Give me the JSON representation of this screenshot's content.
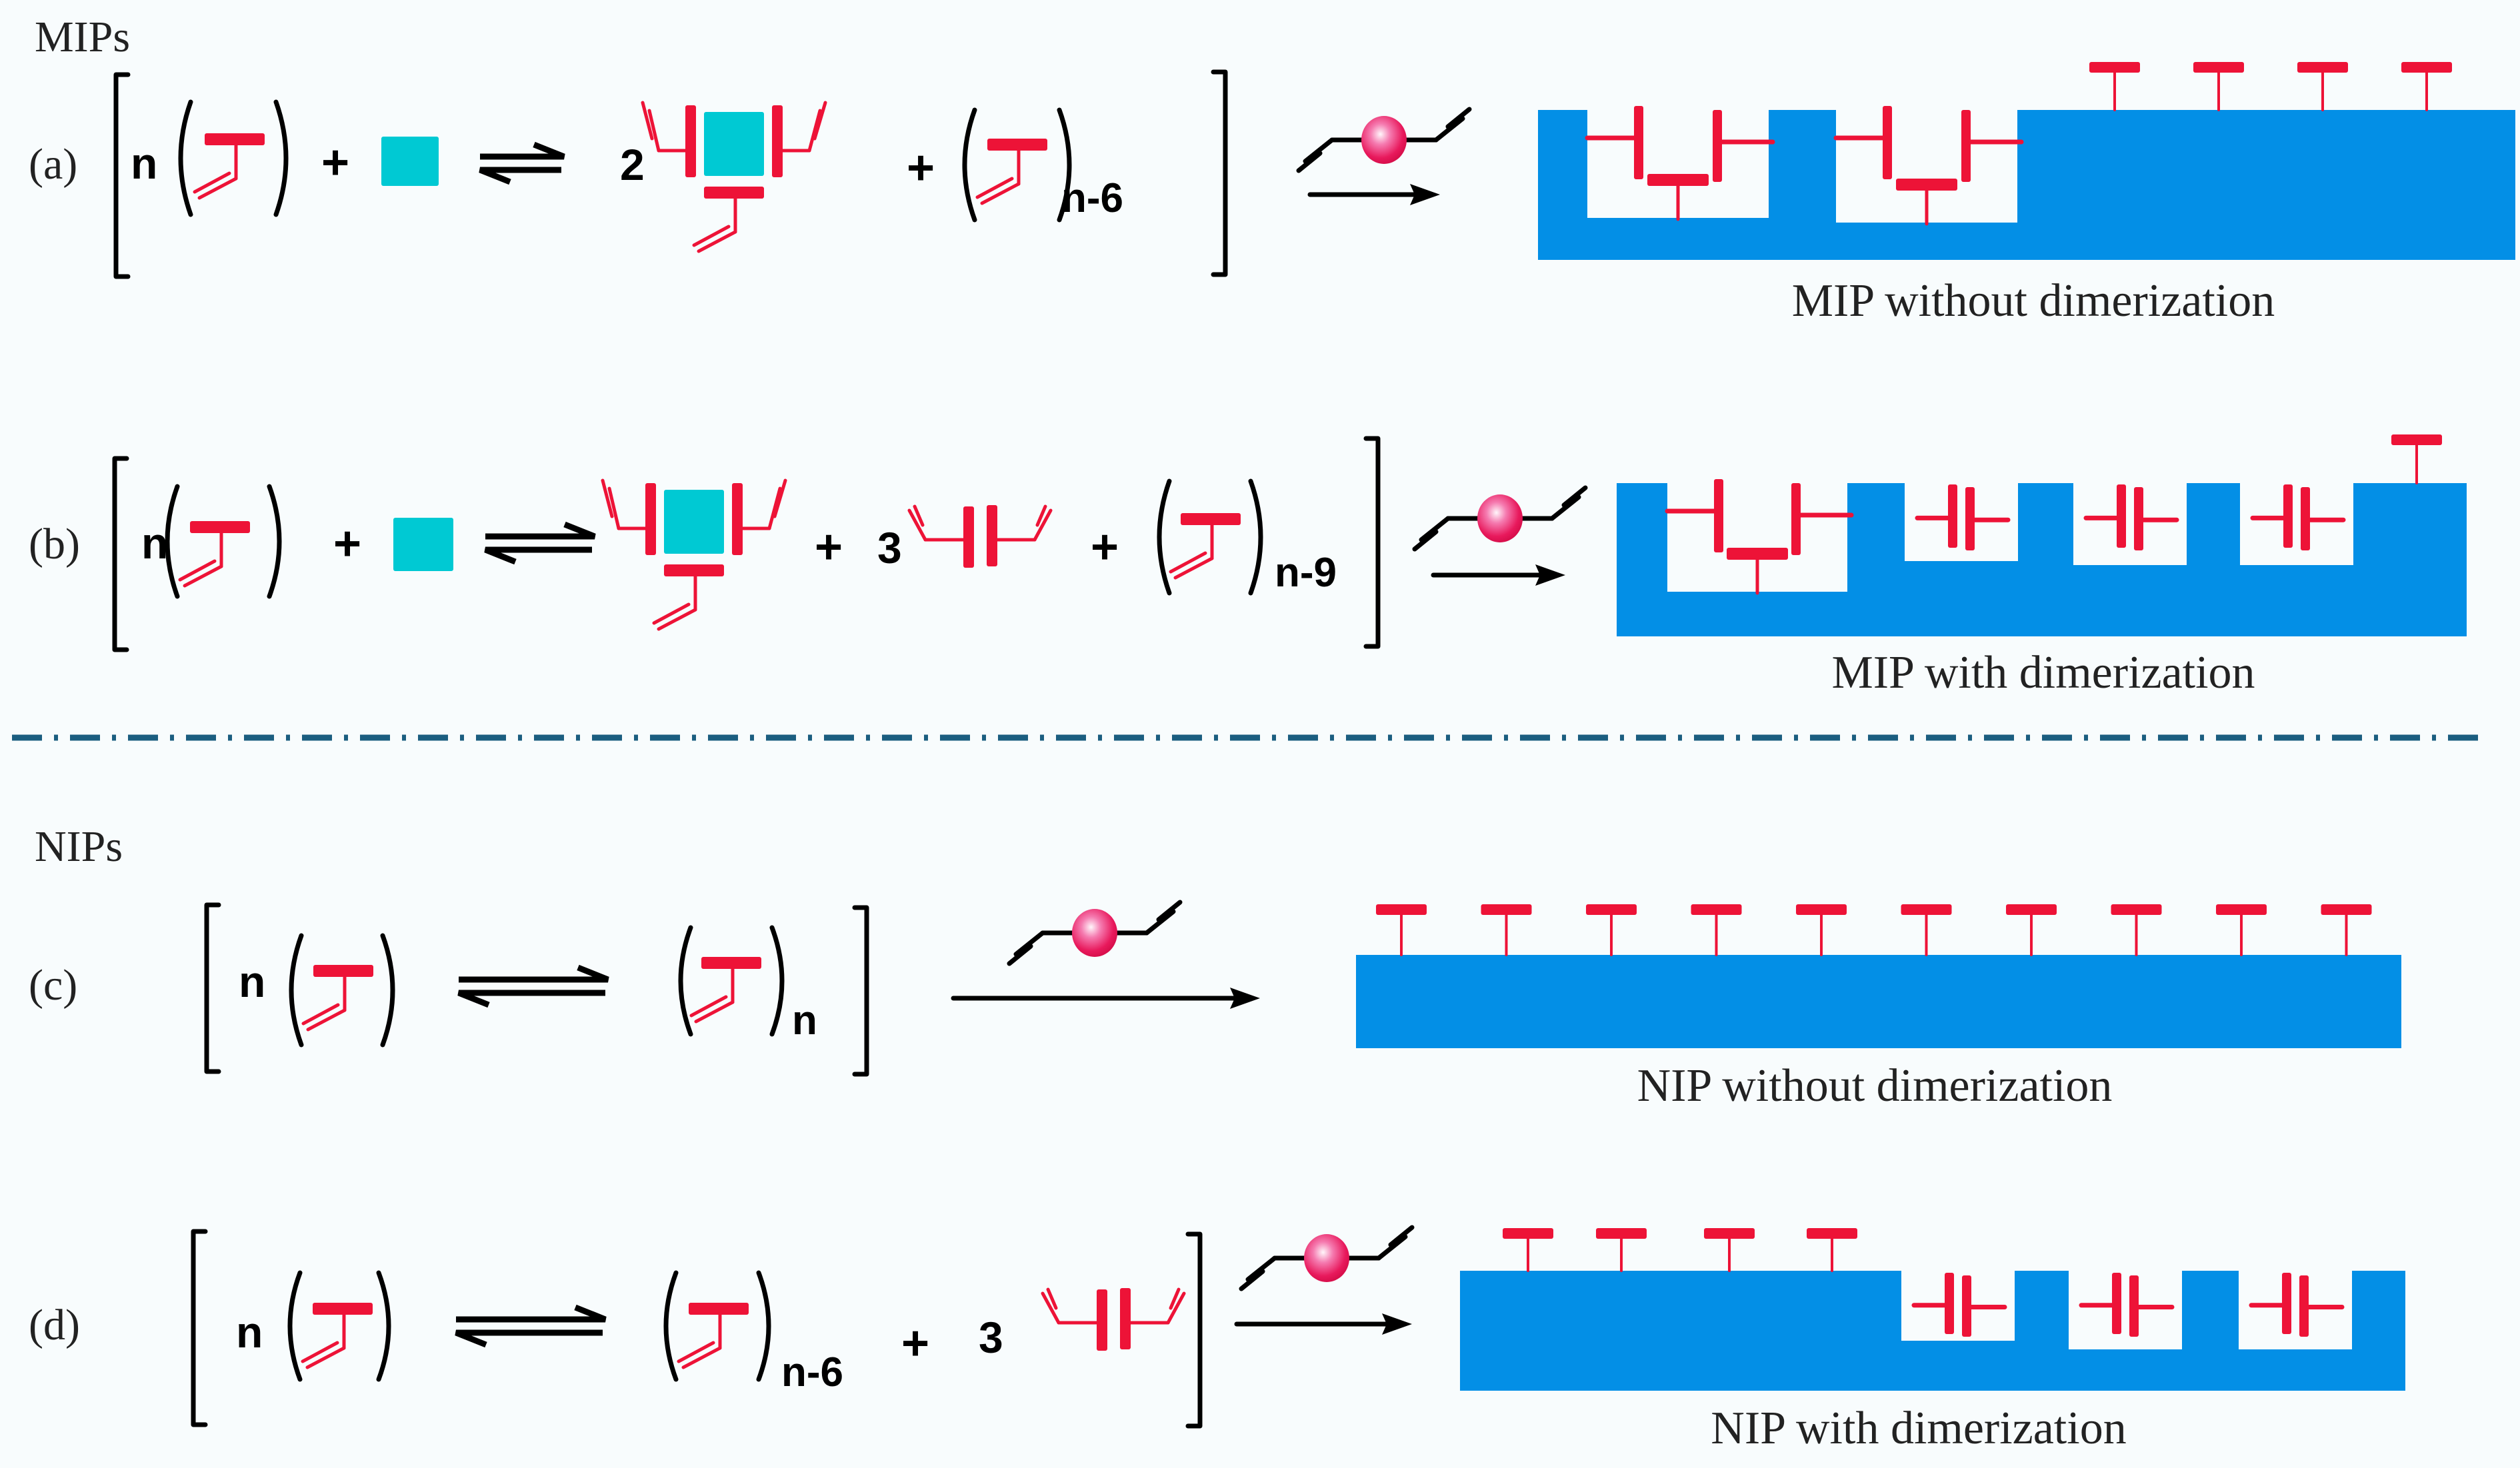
{
  "colors": {
    "background": "#f8fcfd",
    "polymer": "#038fe6",
    "monomer": "#ed1337",
    "template": "#00c9d3",
    "crosslinker_sphere": "#e8195c",
    "divider": "#1b5e80",
    "ink": "#000000"
  },
  "sections": {
    "mips_title": "MIPs",
    "nips_title": "NIPs"
  },
  "reactions": {
    "a": {
      "label": "(a)",
      "monomer_coef": "n",
      "plus_1": "+",
      "complex_coef": "2",
      "plus_2": "+",
      "free_monomer_sub": "n-6",
      "caption": "MIP without dimerization",
      "surface_monomers": 4,
      "imprinted_cavities": 2
    },
    "b": {
      "label": "(b)",
      "monomer_coef": "n",
      "plus_1": "+",
      "plus_2": "+",
      "dimer_coef": "3",
      "plus_3": "+",
      "free_monomer_sub": "n-9",
      "caption": "MIP with dimerization",
      "surface_monomers": 1,
      "imprinted_cavities": 1,
      "dimer_cavities": 3
    },
    "c": {
      "label": "(c)",
      "monomer_coef": "n",
      "free_monomer_sub": "n",
      "caption": "NIP without dimerization",
      "surface_monomers": 10
    },
    "d": {
      "label": "(d)",
      "monomer_coef": "n",
      "free_monomer_sub": "n-6",
      "plus_1": "+",
      "dimer_coef": "3",
      "caption": "NIP with dimerization",
      "surface_monomers": 4,
      "dimer_cavities": 3
    }
  },
  "icons": {
    "monomer": "functional-monomer-icon",
    "template": "template-molecule-icon",
    "crosslinker": "crosslinker-icon",
    "equilibrium": "equilibrium-arrows-icon",
    "reaction_arrow": "reaction-arrow-icon"
  }
}
